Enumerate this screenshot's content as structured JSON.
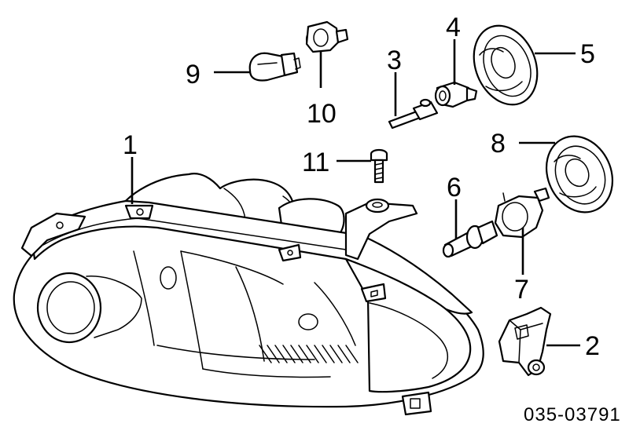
{
  "diagram": {
    "part_number": "035-03791",
    "callouts": [
      {
        "id": "callout-1",
        "label": "1"
      },
      {
        "id": "callout-2",
        "label": "2"
      },
      {
        "id": "callout-3",
        "label": "3"
      },
      {
        "id": "callout-4",
        "label": "4"
      },
      {
        "id": "callout-5",
        "label": "5"
      },
      {
        "id": "callout-6",
        "label": "6"
      },
      {
        "id": "callout-7",
        "label": "7"
      },
      {
        "id": "callout-8",
        "label": "8"
      },
      {
        "id": "callout-9",
        "label": "9"
      },
      {
        "id": "callout-10",
        "label": "10"
      },
      {
        "id": "callout-11",
        "label": "11"
      }
    ]
  }
}
